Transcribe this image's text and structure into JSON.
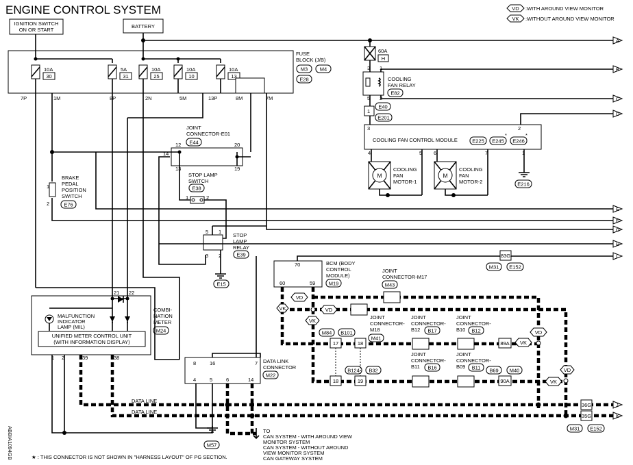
{
  "title": "ENGINE CONTROL SYSTEM",
  "legend": [
    {
      "code": "VD",
      "text": ":WITH AROUND VIEW MONITOR"
    },
    {
      "code": "VK",
      "text": ":WITHOUT AROUND VIEW MONITOR"
    }
  ],
  "sources": {
    "ignition_line1": "IGNITION SWITCH",
    "ignition_line2": "ON OR START",
    "battery": "BATTERY"
  },
  "fuse_block": {
    "label_line1": "FUSE",
    "label_line2": "BLOCK (J/B)",
    "connectors": [
      "M3",
      "M4",
      "E28"
    ],
    "fuses": [
      {
        "amp": "10A",
        "num": "30"
      },
      {
        "amp": "5A",
        "num": "31"
      },
      {
        "amp": "10A",
        "num": "25"
      },
      {
        "amp": "10A",
        "num": "10"
      },
      {
        "amp": "10A",
        "num": "13"
      }
    ],
    "pins": [
      "7P",
      "1M",
      "8P",
      "2N",
      "5M",
      "13P",
      "8M",
      "7M"
    ]
  },
  "fusible_link": {
    "amp": "60A",
    "id": "H"
  },
  "relay": {
    "line1": "COOLING",
    "line2": "FAN RELAY",
    "connector": "E82",
    "pins": [
      "3",
      "1",
      "5",
      "2"
    ]
  },
  "misc_connectors": {
    "e40": "E40",
    "e201": "E201",
    "e201_pin": "1"
  },
  "fan_module": {
    "label": "COOLING FAN CONTROL MODULE",
    "connectors": [
      "E225",
      "E245",
      "E246"
    ],
    "star": "*",
    "pins": [
      "3",
      "2",
      "4",
      "5",
      "6",
      "7",
      "1"
    ],
    "ground": "E216"
  },
  "motors": [
    {
      "line1": "COOLING",
      "line2": "FAN",
      "line3": "MOTOR-1",
      "symbol": "M"
    },
    {
      "line1": "COOLING",
      "line2": "FAN",
      "line3": "MOTOR-2",
      "symbol": "M"
    }
  ],
  "joint_e01": {
    "line1": "JOINT",
    "line2": "CONNECTOR-E01",
    "connector": "E44",
    "pins": [
      "12",
      "20",
      "14",
      "13",
      "19"
    ]
  },
  "stop_lamp_switch": {
    "line1": "STOP LAMP",
    "line2": "SWITCH",
    "connector": "E38",
    "pins": [
      "1",
      "2"
    ]
  },
  "brake_switch": {
    "line1": "BRAKE",
    "line2": "PEDAL",
    "line3": "POSITION",
    "line4": "SWITCH",
    "connector": "E76",
    "pins": [
      "1",
      "2"
    ]
  },
  "stop_lamp_relay": {
    "line1": "STOP",
    "line2": "LAMP",
    "line3": "RELAY",
    "connector": "E39",
    "pins": [
      "5",
      "1",
      "3",
      "2"
    ],
    "ground": "E15"
  },
  "bcm": {
    "line1": "BCM (BODY",
    "line2": "CONTROL",
    "line3": "MODULE)",
    "connector": "M19",
    "pins": [
      "70",
      "60",
      "59"
    ]
  },
  "combination_meter": {
    "mil_line1": "MALFUNCTION",
    "mil_line2": "INDICATOR",
    "mil_line3": "LAMP (MIL)",
    "unit_line1": "UNIFIED METER CONTROL UNIT",
    "unit_line2": "(WITH INFORMATION DISPLAY)",
    "label_line1": "COMBI-",
    "label_line2": "NATION",
    "label_line3": "METER",
    "connector": "M24",
    "pins": [
      "21",
      "22",
      "1",
      "2",
      "39",
      "38"
    ]
  },
  "data_link": {
    "line1": "DATA LINK",
    "line2": "CONNECTOR",
    "connector": "M22",
    "pins": [
      "8",
      "16",
      "7",
      "4",
      "5",
      "6",
      "14"
    ],
    "ground": "M57"
  },
  "joints": {
    "m17": {
      "line1": "JOINT",
      "line2": "CONNECTOR-M17",
      "connector": "M43"
    },
    "m18": {
      "line1": "JOINT",
      "line2": "CONNECTOR-",
      "line3": "M18",
      "connector": "M41"
    },
    "b12": {
      "line1": "JOINT",
      "line2": "CONNECTOR-",
      "line3": "B12",
      "connector": "B17"
    },
    "b10": {
      "line1": "JOINT",
      "line2": "CONNECTOR-",
      "line3": "B10",
      "connector": "B12"
    },
    "b11": {
      "line1": "JOINT",
      "line2": "CONNECTOR-",
      "line3": "B11",
      "connector": "B16"
    },
    "b09": {
      "line1": "JOINT",
      "line2": "CONNECTOR-",
      "line3": "B09",
      "connector": "B11"
    }
  },
  "inline": {
    "m84": "M84",
    "b101": "B101",
    "b124": "B124",
    "b32": "B32",
    "b69": "B69",
    "m40": "M40",
    "m31": "M31",
    "e152": "E152",
    "p17": "17",
    "p18": "18",
    "p19": "19",
    "p89a": "89A",
    "p90a": "90A",
    "p83g": "83G",
    "p36g": "36G",
    "p35g": "35G"
  },
  "line_labels": {
    "data_line": "DATA LINE"
  },
  "offpage": [
    "A",
    "B",
    "C",
    "D",
    "E",
    "F",
    "G",
    "H",
    "I",
    "J",
    "K"
  ],
  "to_text": {
    "line1": "TO",
    "line2": "CAN SYSTEM - WITH AROUND VIEW",
    "line3": "MONITOR SYSTEM",
    "line4": "CAN SYSTEM - WITHOUT AROUND",
    "line5": "VIEW MONITOR SYSTEM",
    "line6": "CAN GATEWAY SYSTEM"
  },
  "footnote": "★ : THIS CONNECTOR IS NOT SHOWN IN \"HARNESS LAYOUT\" OF PG SECTION.",
  "side_code": "ABBIA1094GB"
}
